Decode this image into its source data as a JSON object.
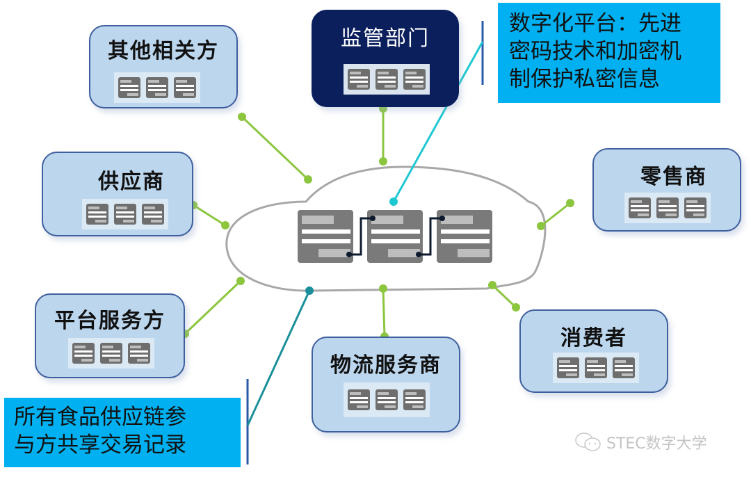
{
  "nodes": [
    {
      "id": "other-stakeholders",
      "label": "其他相关方"
    },
    {
      "id": "regulator",
      "label": "监管部门"
    },
    {
      "id": "supplier",
      "label": "供应商"
    },
    {
      "id": "retailer",
      "label": "零售商"
    },
    {
      "id": "platform-service",
      "label": "平台服务方"
    },
    {
      "id": "consumer",
      "label": "消费者"
    },
    {
      "id": "logistics",
      "label": "物流服务商"
    }
  ],
  "callouts": {
    "top": {
      "lines": [
        "数字化平台：先进",
        "密码技术和加密机",
        "制保护私密信息"
      ]
    },
    "bottom": {
      "lines": [
        "所有食品供应链参",
        "与方共享交易记录"
      ]
    }
  },
  "center": {
    "name": "blockchain-cloud",
    "blocks": 3
  },
  "watermark": {
    "icon": "wechat-icon",
    "text": "STEC数字大学"
  },
  "colors": {
    "node_fill": "#bcd6ee",
    "node_border": "#3f5f9e",
    "regulator_fill": "#0a1f5c",
    "callout_fill": "#00b0f0",
    "connector_green": "#8cc63f",
    "connector_teal": "#1ec8d2",
    "connector_dark_teal": "#1a8f9a",
    "block_gray": "#7a7a7a"
  }
}
